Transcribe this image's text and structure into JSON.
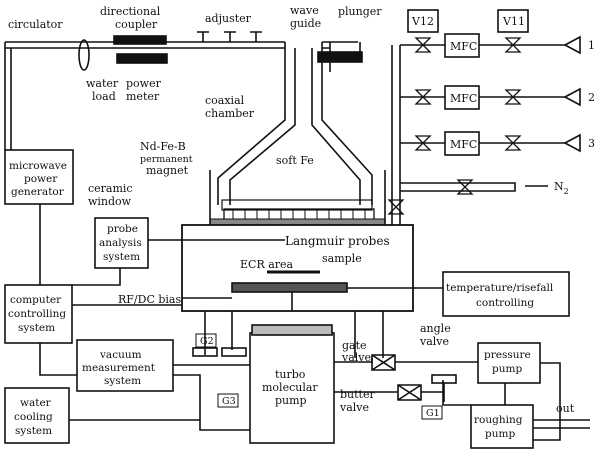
{
  "labels": {
    "circulator": "circulator",
    "directional_coupler_1": "directional",
    "directional_coupler_2": "coupler",
    "adjuster": "adjuster",
    "wave_guide_1": "wave",
    "wave_guide_2": "guide",
    "plunger": "plunger",
    "water_load_1": "water",
    "water_load_2": "load",
    "power_meter_1": "power",
    "power_meter_2": "meter",
    "coaxial_chamber_1": "coaxial",
    "coaxial_chamber_2": "chamber",
    "magnet_1": "Nd-Fe-B",
    "magnet_2": "permanent",
    "magnet_3": "magnet",
    "soft_fe": "soft Fe",
    "ceramic_window_1": "ceramic",
    "ceramic_window_2": "window",
    "langmuir": "Langmuir probes",
    "ecr_area": "ECR area",
    "sample": "sample",
    "rf_dc_bias": "RF/DC bias",
    "gate_valve_1": "gate",
    "gate_valve_2": "valve",
    "angle_valve_1": "angle",
    "angle_valve_2": "valve",
    "butter_valve_1": "butter",
    "butter_valve_2": "valve",
    "turbo_1": "turbo",
    "turbo_2": "molecular",
    "turbo_3": "pump",
    "out": "out",
    "n2": "N",
    "n2_sub": "2"
  },
  "boxes": {
    "microwave_1": "microwave",
    "microwave_2": "power",
    "microwave_3": "generator",
    "probe_1": "probe",
    "probe_2": "analysis",
    "probe_3": "system",
    "computer_1": "computer",
    "computer_2": "controlling",
    "computer_3": "system",
    "vacuum_1": "vacuum",
    "vacuum_2": "measurement",
    "vacuum_3": "system",
    "water_1": "water",
    "water_2": "cooling",
    "water_3": "system",
    "temp_1": "temperature/risefall",
    "temp_2": "controlling",
    "pressure_1": "pressure",
    "pressure_2": "pump",
    "roughing_1": "roughing",
    "roughing_2": "pump",
    "mfc": "MFC"
  },
  "gauges": {
    "g1": "G1",
    "g2": "G2",
    "g3": "G3"
  },
  "valves": {
    "v11": "V11",
    "v12": "V12"
  },
  "gas_lines": {
    "line1": "1",
    "line2": "2",
    "line3": "3"
  }
}
